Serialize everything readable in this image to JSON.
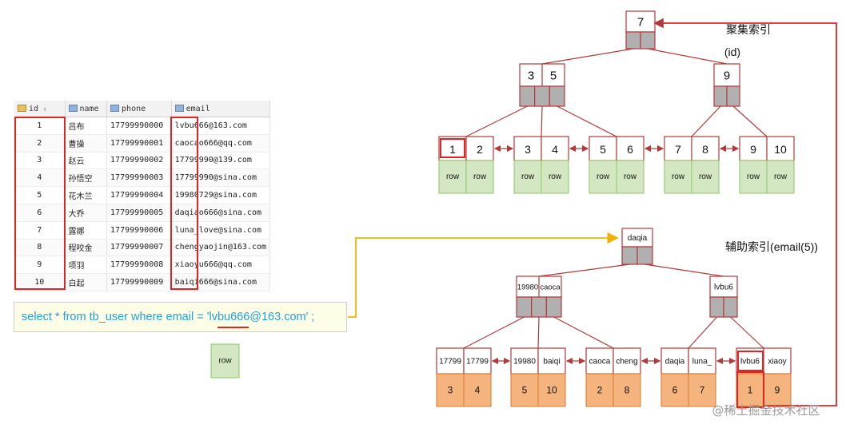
{
  "table": {
    "columns": [
      "id",
      "name",
      "phone",
      "email"
    ],
    "rows": [
      [
        "1",
        "吕布",
        "17799990000",
        "lvbu666@163.com"
      ],
      [
        "2",
        "曹操",
        "17799990001",
        "caocao666@qq.com"
      ],
      [
        "3",
        "赵云",
        "17799990002",
        "17799990@139.com"
      ],
      [
        "4",
        "孙悟空",
        "17799990003",
        "17799990@sina.com"
      ],
      [
        "5",
        "花木兰",
        "17799990004",
        "19980729@sina.com"
      ],
      [
        "6",
        "大乔",
        "17799990005",
        "daqiao666@sina.com"
      ],
      [
        "7",
        "露娜",
        "17799990006",
        "luna_love@sina.com"
      ],
      [
        "8",
        "程咬金",
        "17799990007",
        "chengyaojin@163.com"
      ],
      [
        "9",
        "项羽",
        "17799990008",
        "xiaoyu666@qq.com"
      ],
      [
        "10",
        "白起",
        "17799990009",
        "baiqi666@sina.com"
      ]
    ]
  },
  "query": {
    "prefix": "select * from tb_user where email = ",
    "value": "'lvbu666@163.com'",
    "suffix": " ;"
  },
  "legend_row_label": "row",
  "clustered_index": {
    "title": "聚集索引",
    "subtitle": "(id)",
    "root": [
      "7"
    ],
    "internal": [
      [
        "3",
        "5"
      ],
      [
        "9"
      ]
    ],
    "leaves": [
      [
        "1",
        "2"
      ],
      [
        "3",
        "4"
      ],
      [
        "5",
        "6"
      ],
      [
        "7",
        "8"
      ],
      [
        "9",
        "10"
      ]
    ],
    "row_label": "row",
    "highlighted_key": "1"
  },
  "secondary_index": {
    "title": "辅助索引(email(5))",
    "root": [
      "daqia"
    ],
    "internal": [
      [
        "19980",
        "caoca"
      ],
      [
        "lvbu6"
      ]
    ],
    "leaves": [
      {
        "keys": [
          "17799",
          "17799"
        ],
        "ids": [
          "3",
          "4"
        ]
      },
      {
        "keys": [
          "19980",
          "baiqi"
        ],
        "ids": [
          "5",
          "10"
        ]
      },
      {
        "keys": [
          "caoca",
          "cheng"
        ],
        "ids": [
          "2",
          "8"
        ]
      },
      {
        "keys": [
          "daqia",
          "luna_"
        ],
        "ids": [
          "6",
          "7"
        ]
      },
      {
        "keys": [
          "lvbu6",
          "xiaoy"
        ],
        "ids": [
          "1",
          "9"
        ]
      }
    ],
    "highlighted_key": "lvbu6"
  },
  "watermark": "@稀土掘金技术社区",
  "colors": {
    "accent_red": "#e02424",
    "link_red": "#b33a3a",
    "pointer_gray": "#b0b0b0",
    "row_green_fill": "#d3e8c2",
    "row_green_border": "#8cc466",
    "id_orange_fill": "#f5b47e",
    "id_orange_border": "#d9782b",
    "query_arrow": "#f0b400",
    "query_text": "#1fa3dd"
  }
}
